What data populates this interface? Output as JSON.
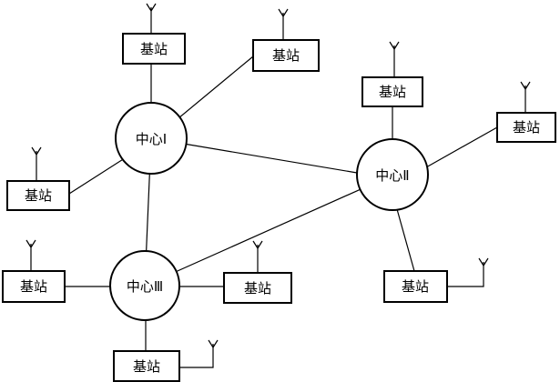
{
  "centers": [
    {
      "id": "c1",
      "label": "中心Ⅰ"
    },
    {
      "id": "c2",
      "label": "中心Ⅱ"
    },
    {
      "id": "c3",
      "label": "中心Ⅲ"
    }
  ],
  "stations": [
    {
      "id": "s1",
      "label": "基站"
    },
    {
      "id": "s2",
      "label": "基站"
    },
    {
      "id": "s3",
      "label": "基站"
    },
    {
      "id": "s4",
      "label": "基站"
    },
    {
      "id": "s5",
      "label": "基站"
    },
    {
      "id": "s6",
      "label": "基站"
    },
    {
      "id": "s7",
      "label": "基站"
    },
    {
      "id": "s8",
      "label": "基站"
    },
    {
      "id": "s9",
      "label": "基站"
    }
  ],
  "links": [
    [
      "c1",
      "c2"
    ],
    [
      "c1",
      "c3"
    ],
    [
      "c2",
      "c3"
    ],
    [
      "c1",
      "s1"
    ],
    [
      "c1",
      "s2"
    ],
    [
      "c1",
      "s3"
    ],
    [
      "c2",
      "s4"
    ],
    [
      "c2",
      "s5"
    ],
    [
      "c2",
      "s6"
    ],
    [
      "c3",
      "s7"
    ],
    [
      "c3",
      "s8"
    ],
    [
      "c3",
      "s9"
    ]
  ]
}
